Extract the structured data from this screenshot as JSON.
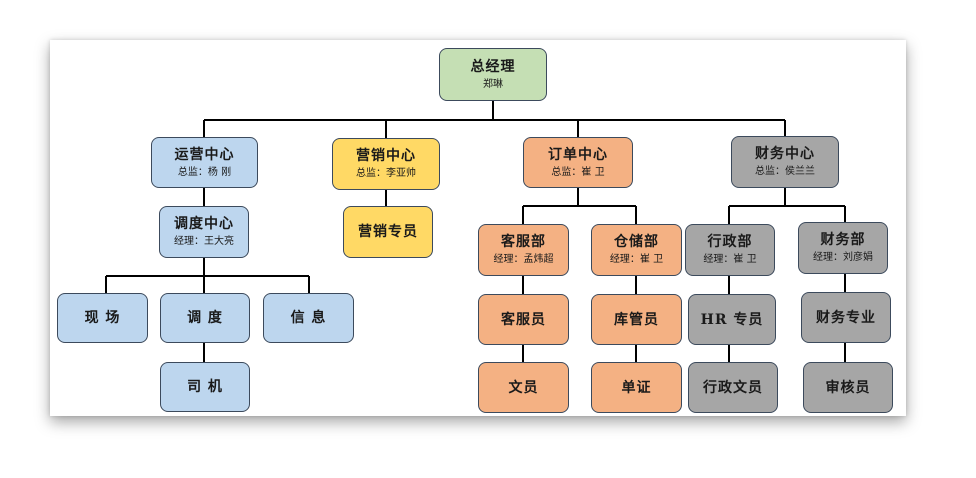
{
  "ceo": {
    "title": "总经理",
    "person": "郑琳"
  },
  "ops": {
    "title": "运营中心",
    "person": "总监：杨 刚"
  },
  "dispatch": {
    "title": "调度中心",
    "person": "经理：王大亮"
  },
  "onsite": {
    "title": "现 场"
  },
  "schedule": {
    "title": "调 度"
  },
  "info": {
    "title": "信 息"
  },
  "driver": {
    "title": "司 机"
  },
  "marketing": {
    "title": "营销中心",
    "person": "总监：李亚帅"
  },
  "mkt_staff": {
    "title": "营销专员"
  },
  "orders": {
    "title": "订单中心",
    "person": "总监：崔 卫"
  },
  "cs_dept": {
    "title": "客服部",
    "person": "经理：孟炜超"
  },
  "cs_staff": {
    "title": "客服员"
  },
  "clerk": {
    "title": "文员"
  },
  "storage": {
    "title": "仓储部",
    "person": "经理：崔 卫"
  },
  "warehouse": {
    "title": "库管员"
  },
  "documents": {
    "title": "单证"
  },
  "finance": {
    "title": "财务中心",
    "person": "总监：侯兰兰"
  },
  "admin_dept": {
    "title": "行政部",
    "person": "经理：崔 卫"
  },
  "hr": {
    "title": "HR 专员"
  },
  "admin_clerk": {
    "title": "行政文员"
  },
  "fin_dept": {
    "title": "财务部",
    "person": "经理：刘彦娟"
  },
  "fin_spec": {
    "title": "财务专业"
  },
  "auditor": {
    "title": "审核员"
  },
  "colors": {
    "executive": "#c5dfb4",
    "operations": "#bdd6ee",
    "marketing": "#ffd965",
    "orders": "#f4b183",
    "finance": "#a6a6a6"
  }
}
